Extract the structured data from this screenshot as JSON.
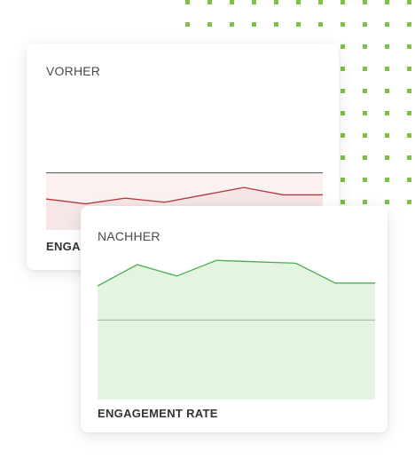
{
  "background": {
    "dot_color": "#7cc242"
  },
  "before_card": {
    "label": "VORHER",
    "footer": "ENGAGEMENT RATE",
    "line_color": "#b23a3a",
    "fill_color": "#f7e6e6",
    "baseline_color": "#555555"
  },
  "after_card": {
    "label": "NACHHER",
    "footer": "ENGAGEMENT RATE",
    "line_color": "#4caf50",
    "fill_color": "#e3f5e1",
    "baseline_color": "#9ab89a"
  },
  "chart_data": [
    {
      "type": "area",
      "title": "VORHER",
      "x": [
        0,
        1,
        2,
        3,
        4,
        5,
        6,
        7
      ],
      "series": [
        {
          "values": [
            38,
            32,
            39,
            34,
            43,
            52,
            43,
            43
          ]
        }
      ],
      "baseline": 70,
      "ylim": [
        0,
        100
      ],
      "grid": false
    },
    {
      "type": "area",
      "title": "NACHHER",
      "x": [
        0,
        1,
        2,
        3,
        4,
        5,
        6,
        7
      ],
      "series": [
        {
          "values": [
            80,
            95,
            87,
            98,
            97,
            96,
            82,
            82
          ]
        }
      ],
      "baseline": 56,
      "ylim": [
        0,
        100
      ],
      "grid": false
    }
  ]
}
